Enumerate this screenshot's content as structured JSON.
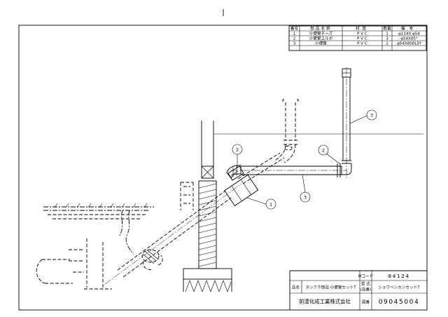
{
  "parts_list": {
    "headers": {
      "no": "番号",
      "name": "部品名称",
      "material": "材質",
      "qty": "数量",
      "note": "備考"
    },
    "rows": [
      {
        "no": "1",
        "name": "小便管チーズ",
        "material": "P V C",
        "qty": "1",
        "note": "φ114X φ54"
      },
      {
        "no": "2",
        "name": "小便管エルボ",
        "material": "P V C",
        "qty": "3",
        "note": "φ54X85°"
      },
      {
        "no": "3",
        "name": "小便管",
        "material": "P V C",
        "qty": "2",
        "note": "φ54X800L5ｹ"
      }
    ]
  },
  "callouts": [
    "1",
    "2",
    "2",
    "3",
    "3"
  ],
  "title_block": {
    "mcode_label": "Mコード",
    "mcode_value": "84124",
    "name_label": "品名",
    "name_value": "タンク下部品 小便管セットT",
    "model_label": "型式(品番)",
    "model_value": "ショウベンカンセットT",
    "company": "前澤化成工業株式会社",
    "drawing_no_label": "図番",
    "drawing_no_value": "09045004"
  }
}
